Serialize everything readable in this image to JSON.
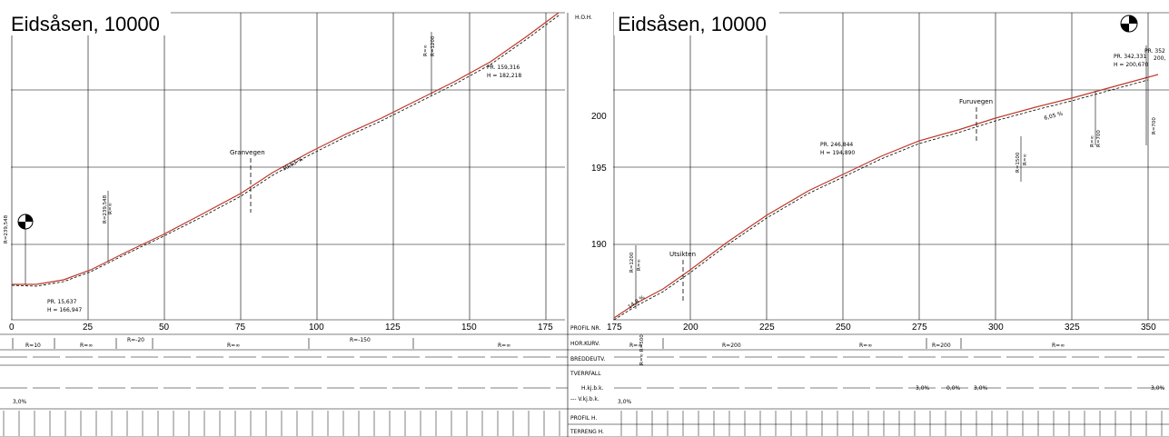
{
  "left": {
    "title": "Eidsåsen, 10000",
    "x_ticks": [
      "0",
      "25",
      "50",
      "75",
      "100",
      "125",
      "150",
      "175"
    ],
    "annotations": {
      "granvegen": "Granvegen",
      "slope": "10,63 %",
      "pr1_line1": "PR. 15,637",
      "pr1_line2": "H = 166,947",
      "pr2_line1": "PR. 159,316",
      "pr2_line2": "H = 182,218",
      "curve_a": "R=∞",
      "curve_b": "R=1200",
      "curve_c": "R=239,548",
      "curve_d": "R=∞",
      "curve_e": "R=239,548"
    },
    "horkurv": [
      "R=10",
      "R=∞",
      "R=-20",
      "R=∞",
      "R=-150",
      "R=∞"
    ],
    "tverrfall": "3,0%"
  },
  "right": {
    "title": "Eidsåsen, 10000",
    "y_axis_title": "H.O.H.",
    "y_ticks": [
      "200",
      "195",
      "190"
    ],
    "x_ticks": [
      "175",
      "200",
      "225",
      "250",
      "275",
      "300",
      "325",
      "350"
    ],
    "annotations": {
      "utsikten": "Utsikten",
      "furuvegen": "Furuvegen",
      "slope_low": "14,8 %",
      "slope_high": "6,05 %",
      "pr1_line1": "PR. 246,844",
      "pr1_line2": "H = 194,890",
      "pr2_line1": "PR. 342,331",
      "pr2_line2": "H = 200,670",
      "pr3": "PR. 352",
      "pr3_h": "200,",
      "curve_a": "R=1200",
      "curve_b": "R=∞",
      "curve_c": "R=1500",
      "curve_d": "R=∞",
      "curve_e": "R=∞",
      "curve_f": "R=700",
      "curve_g": "R=700"
    },
    "horkurv": [
      "R=∞",
      "R=200",
      "R=∞",
      "R=200",
      "R=∞"
    ],
    "horkurv_extra": "R=∞ R=500",
    "tverrfall_left": "3,0%",
    "tverrfall_a": "3,0%",
    "tverrfall_b": "0,0%",
    "tverrfall_c": "3,0%",
    "tverrfall_d": "3,0%"
  },
  "row_labels": {
    "profil_nr": "PROFIL NR.",
    "horkurv": "HOR.KURV.",
    "breddeutv": "BREDDEUTV.",
    "tverrfall": "TVERRFALL",
    "hkj": "H.kj.b.k.",
    "vkj": "--- V.kj.b.k.",
    "profil_h": "PROFIL H.",
    "terreng_h": "TERRENG H."
  },
  "colors": {
    "profile_line": "#c0392b",
    "terrain_line": "#000000",
    "grid": "#000000"
  }
}
